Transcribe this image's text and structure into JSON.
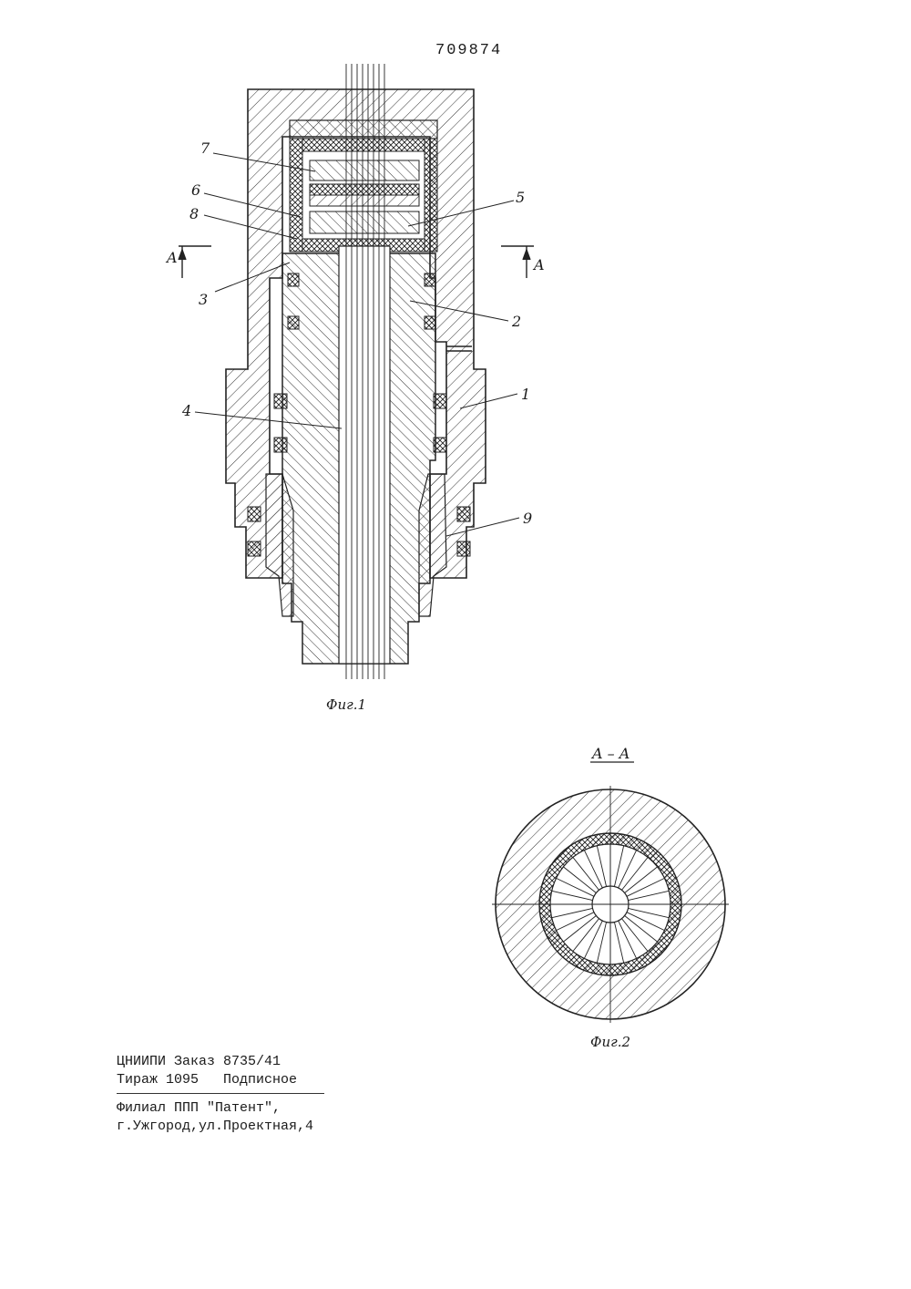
{
  "patent_number": "709874",
  "figure1": {
    "caption": "Фиг.1",
    "section_marker": "A",
    "part_labels": [
      "7",
      "6",
      "8",
      "3",
      "5",
      "2",
      "1",
      "4",
      "9"
    ]
  },
  "figure2": {
    "caption": "Фиг.2",
    "section_title": "A – A"
  },
  "imprint": {
    "line1": "ЦНИИПИ Заказ 8735/41",
    "line2a": "Тираж 1095",
    "line2b": "Подписное",
    "line3": "Филиал ППП \"Патент\",",
    "line4": "г.Ужгород,ул.Проектная,4"
  }
}
